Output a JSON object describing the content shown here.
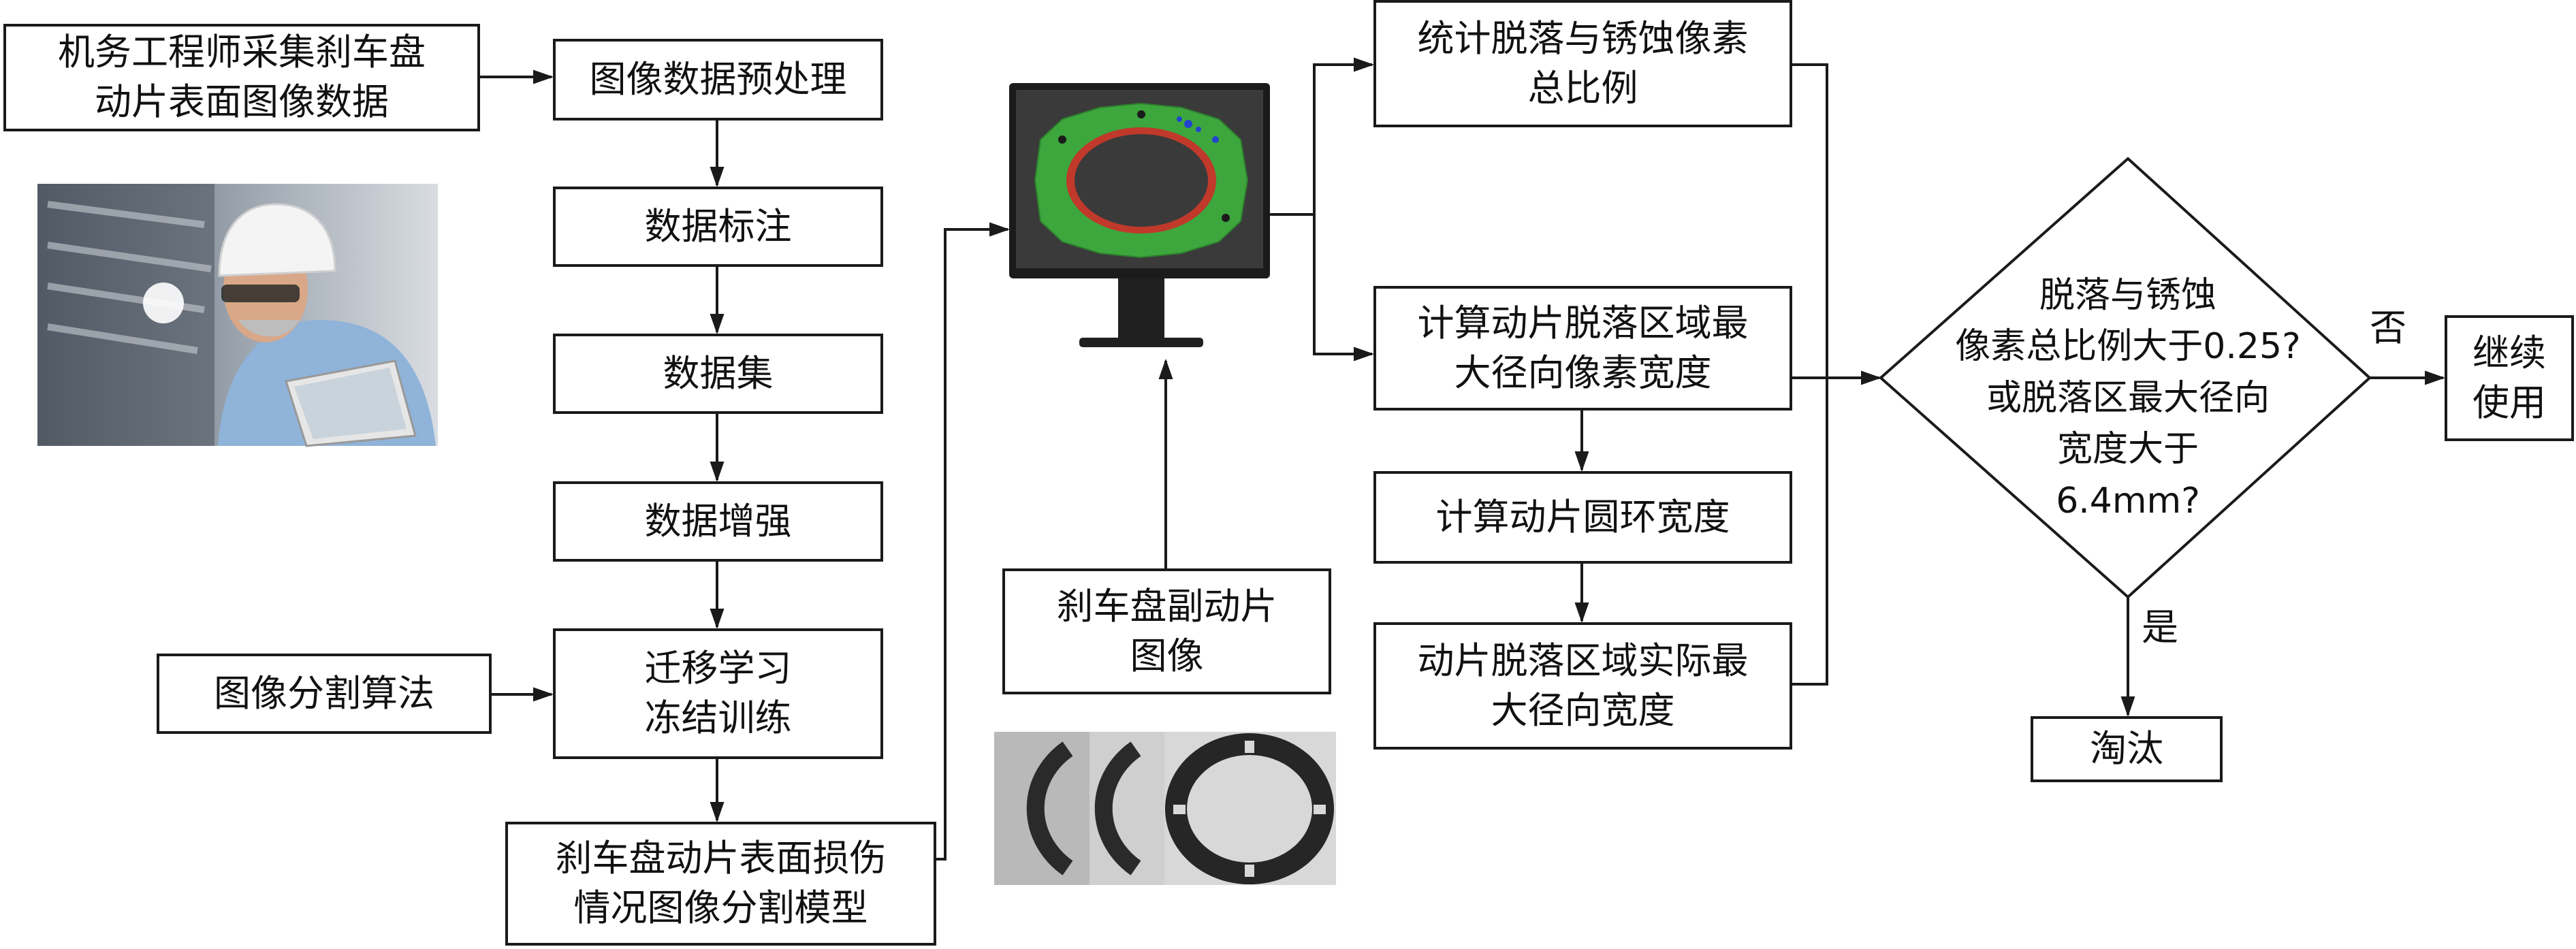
{
  "nodes": {
    "collect": "机务工程师采集刹车盘\n动片表面图像数据",
    "preprocess": "图像数据预处理",
    "annotate": "数据标注",
    "dataset": "数据集",
    "augment": "数据增强",
    "transfer": "迁移学习\n冻结训练",
    "segAlgo": "图像分割算法",
    "segModel": "刹车盘动片表面损伤\n情况图像分割模型",
    "brakeImage": "刹车盘副动片\n图像",
    "ratio": "统计脱落与锈蚀像素\n总比例",
    "maxRadial": "计算动片脱落区域最\n大径向像素宽度",
    "ringWidth": "计算动片圆环宽度",
    "actualWidth": "动片脱落区域实际最\n大径向宽度",
    "decision": "脱落与锈蚀\n像素总比例大于0.25?\n或脱落区最大径向\n宽度大于\n6.4mm?",
    "continueUse": "继续\n使用",
    "eliminate": "淘汰"
  },
  "edge_labels": {
    "no": "否",
    "yes": "是"
  },
  "colors": {
    "line": "#1a1a1a",
    "seg_green": "#3da63d",
    "seg_red": "#c0392b",
    "seg_blue": "#2244cc",
    "helmet": "#f2f2f2"
  }
}
